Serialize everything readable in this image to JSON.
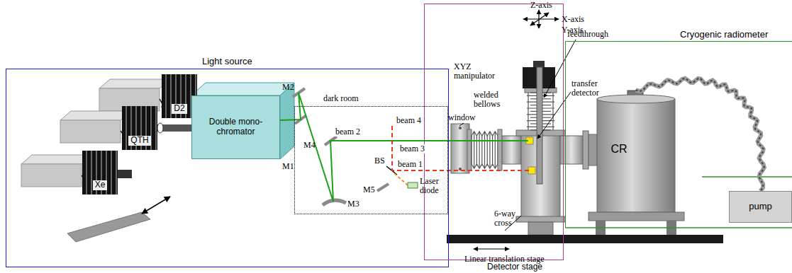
{
  "diagram": {
    "nodes": [
      {
        "text": [
          "Light source"
        ]
      },
      {
        "text": [
          "D2"
        ]
      },
      {
        "text": [
          "QTH"
        ]
      },
      {
        "text": [
          "Xe"
        ]
      },
      {
        "text": [
          "Double mono-chromator"
        ]
      },
      {
        "text": [
          "dark room"
        ]
      },
      {
        "text": [
          "Detector stage"
        ]
      },
      {
        "text": [
          "Cryogenic radiometer"
        ]
      },
      {
        "text": [
          "CR"
        ],
        "in": 7
      },
      {
        "text": [
          "pump"
        ]
      }
    ],
    "edges": [
      {
        "from": 8,
        "to": 9,
        "arrow": "none"
      }
    ],
    "labels": [
      "Z-axis",
      "X-axis",
      "Y-axis",
      "XYZ manipulator",
      "feedthrough",
      "welded bellows",
      "window",
      "transfer detector",
      "6-way cross",
      "Linear translation stage",
      "M2",
      "M1",
      "M4",
      "M3",
      "M5",
      "BS",
      "beam 2",
      "beam 4",
      "beam 3",
      "beam 1",
      "Laser diode"
    ]
  }
}
